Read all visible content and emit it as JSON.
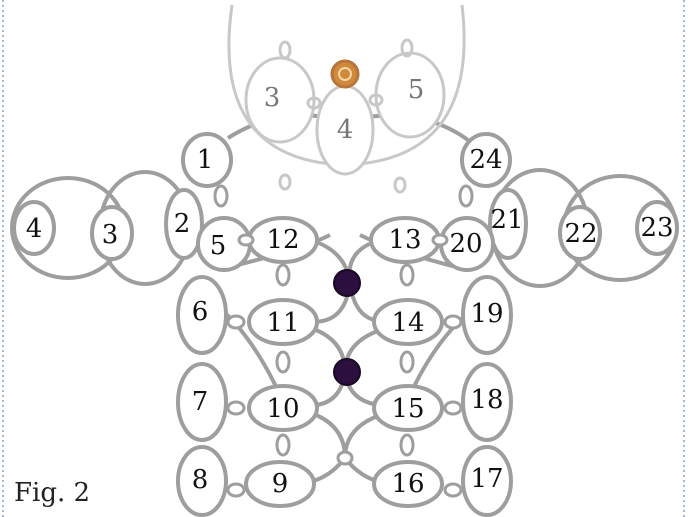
{
  "caption": "Fig. 2",
  "colors": {
    "ring": "#9e9e9e",
    "ring_faint": "#c8c8c8",
    "bead_dark": "#2b0f3f",
    "bead_orange": "#d08a3a",
    "border": "#9bbcd8"
  },
  "labels": {
    "top_3": "3",
    "top_4": "4",
    "top_5": "5",
    "r1": "1",
    "r2": "2",
    "r3": "3",
    "r4": "4",
    "r5": "5",
    "r6": "6",
    "r7": "7",
    "r8": "8",
    "r9": "9",
    "r10": "10",
    "r11": "11",
    "r12": "12",
    "r13": "13",
    "r14": "14",
    "r15": "15",
    "r16": "16",
    "r17": "17",
    "r18": "18",
    "r19": "19",
    "r20": "20",
    "r21": "21",
    "r22": "22",
    "r23": "23",
    "r24": "24"
  }
}
